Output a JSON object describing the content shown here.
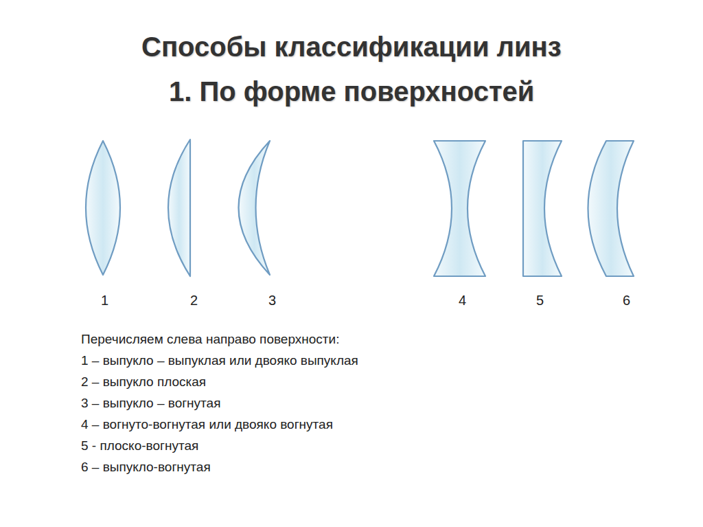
{
  "diagram": {
    "title": "Способы классификации линз",
    "labels": [
      "1. По форме поверхностей",
      "1",
      "2",
      "3",
      "4",
      "5",
      "6",
      "Перечисляем слева направо поверхности:",
      "1 – выпукло – выпуклая или двояко выпуклая",
      "2 – выпукло плоская",
      "3 – выпукло – вогнутая",
      "4 – вогнуто-вогнутая или двояко вогнутая",
      "5 - плоско-вогнутая",
      "6 – выпукло-вогнутая"
    ]
  }
}
